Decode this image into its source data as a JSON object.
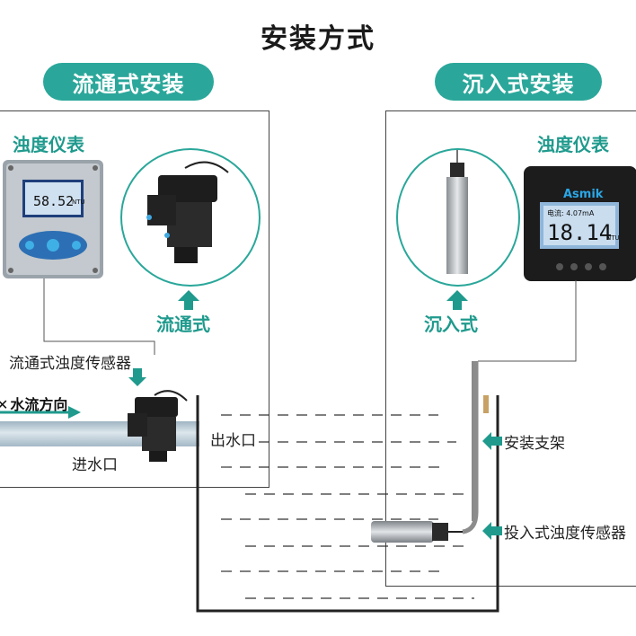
{
  "title": "安装方式",
  "left": {
    "badge": "流通式安装",
    "meter_label": "浊度仪表",
    "meter_reading": "58.52",
    "meter_unit": "NTU",
    "type_label": "流通式",
    "sensor_label": "流通式浊度传感器",
    "flow_label": "水流方向",
    "inlet_label": "进水口"
  },
  "right": {
    "badge": "沉入式安装",
    "meter_label": "浊度仪表",
    "brand": "Asmik",
    "meter_sub": "电流: 4.07mA",
    "meter_reading": "18.14",
    "meter_unit": "NTU",
    "type_label": "沉入式",
    "bracket_label": "安装支架",
    "sensor_label": "投入式浊度传感器"
  },
  "tank": {
    "outlet_label": "出水口"
  },
  "colors": {
    "accent": "#2aa79a",
    "arrow": "#1f9a8d",
    "pipe": "#b9cbd6",
    "water_dash": "#333333"
  }
}
